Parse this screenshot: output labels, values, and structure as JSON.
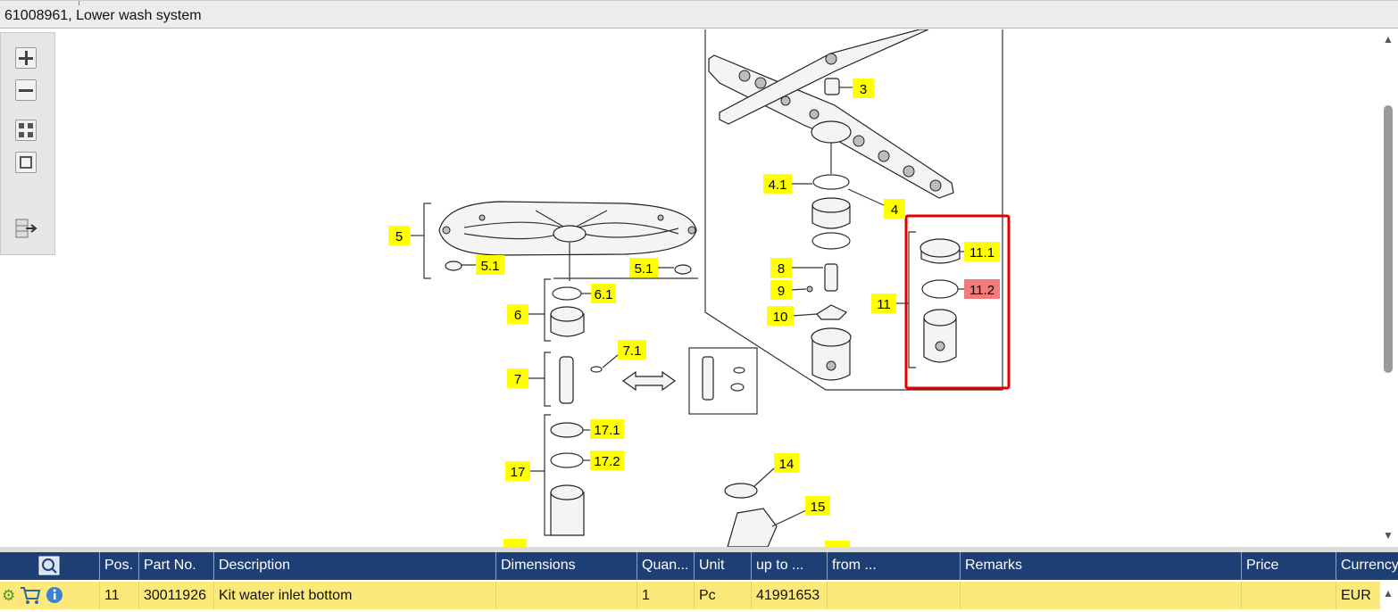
{
  "window": {
    "title": "61008961, Lower wash system"
  },
  "toolbar": {
    "buttons": [
      "zoom-in-icon",
      "zoom-out-icon",
      "fit-view-icon",
      "actual-size-icon",
      "export-icon"
    ]
  },
  "diagram": {
    "labels": {
      "p3": "3",
      "p4_1": "4.1",
      "p4": "4",
      "p5": "5",
      "p5_1a": "5.1",
      "p5_1b": "5.1",
      "p6": "6",
      "p6_1": "6.1",
      "p7": "7",
      "p7_1": "7.1",
      "p8": "8",
      "p9": "9",
      "p10": "10",
      "p11": "11",
      "p11_1": "11.1",
      "p11_2": "11.2",
      "p14": "14",
      "p15": "15",
      "p17": "17",
      "p17_1": "17.1",
      "p17_2": "17.2"
    },
    "colors": {
      "label": "#ffff00",
      "selected_label": "#f47b7b",
      "highlight_box": "#e00000"
    }
  },
  "parts_table": {
    "headers": {
      "pos": "Pos.",
      "part_no": "Part No.",
      "description": "Description",
      "dimensions": "Dimensions",
      "quantity": "Quan...",
      "unit": "Unit",
      "up_to": "up to ...",
      "from": "from ...",
      "remarks": "Remarks",
      "price": "Price",
      "currency": "Currency"
    },
    "rows": [
      {
        "pos": "11",
        "part_no": "30011926",
        "description": "Kit water inlet bottom",
        "dimensions": "",
        "quantity": "1",
        "unit": "Pc",
        "up_to": "41991653",
        "from": "",
        "remarks": "",
        "price": "",
        "currency": "EUR"
      }
    ],
    "header_color": "#1d3f73",
    "selected_row_color": "#fbe97c"
  }
}
